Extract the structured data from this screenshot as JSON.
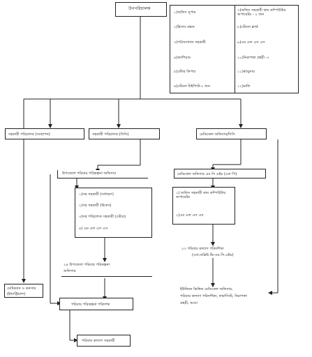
{
  "top": {
    "title": "উপপরিচালক"
  },
  "staff_table": {
    "items": [
      "১)অফিস সুপার",
      "২)হিসাব রক্ষক",
      "৩)পরিসংখ্যান সহকারী",
      "৪)ক্যাশিয়ার",
      "৫)স্টোর কিপার",
      "৬)স্টেনো টাইপিস্ট-২ জন",
      "৭)অফিস সহকারী কাম কম্পিউটার অপারেটর - ২ জন",
      "৮)স্টেনো ক্লার্ক",
      "৯)এম এল এস এস",
      "১০)নিরাপত্তা প্রহরী -২",
      "১১)ঝাড়ুদার",
      "১২)মালি"
    ]
  },
  "tier2": {
    "left1": "সহকারী পরিচালক (সংস্থাপন)",
    "left2": "সহকারী পরিচালক (সিসি)",
    "right": "মেডিকেল অফিসার/সিসি"
  },
  "upazila_office": {
    "title": "উপজেলা পরিবার পরিকল্পনা অফিসার",
    "items": [
      "১)সহ সহকারী (সাধারণ)",
      "২)সহ সহকারী (হিসাব)",
      "৩)সহ পরিচালক সহকারী (স্টোর)",
      "৪) এম এল এস এস"
    ]
  },
  "mcwc": {
    "title": "মেডিকেল অফিসার এম সি এইচ (এফ পি)",
    "items": [
      "১) অফিস সহকারী কাম কম্পিউটার অপারেটর",
      "২)এম এল এস এস"
    ]
  },
  "fwv": {
    "line1": "২৩ পরিবার কল্যাণ পরিদর্শিকা",
    "line2": "(এফ.ডব্লিউ.ভি-এম.সি.এইচ)"
  },
  "union": {
    "line1": "ইউনিয়ন ভিত্তিক মেডিকেল অফিসার,",
    "line2": "পরিবার কল্যাণ পরিদর্শিকা, ফার্মাসিস্ট, নিরাপত্তা",
    "line3": "প্রহরী, আয়া"
  },
  "teacher": {
    "line1": "২৪ উপজেলা পরিবার পরিকল্পনা",
    "line2": "অফিসার"
  },
  "motor": {
    "line1": "মোটরযান ও কনসার",
    "line2": "(ইন্ডাস্ট্রিয়াল)"
  },
  "inspector": "পরিবার পরিকল্পনা পরিদর্শক",
  "welfare": "পরিবার কল্যাণ সহকারী"
}
